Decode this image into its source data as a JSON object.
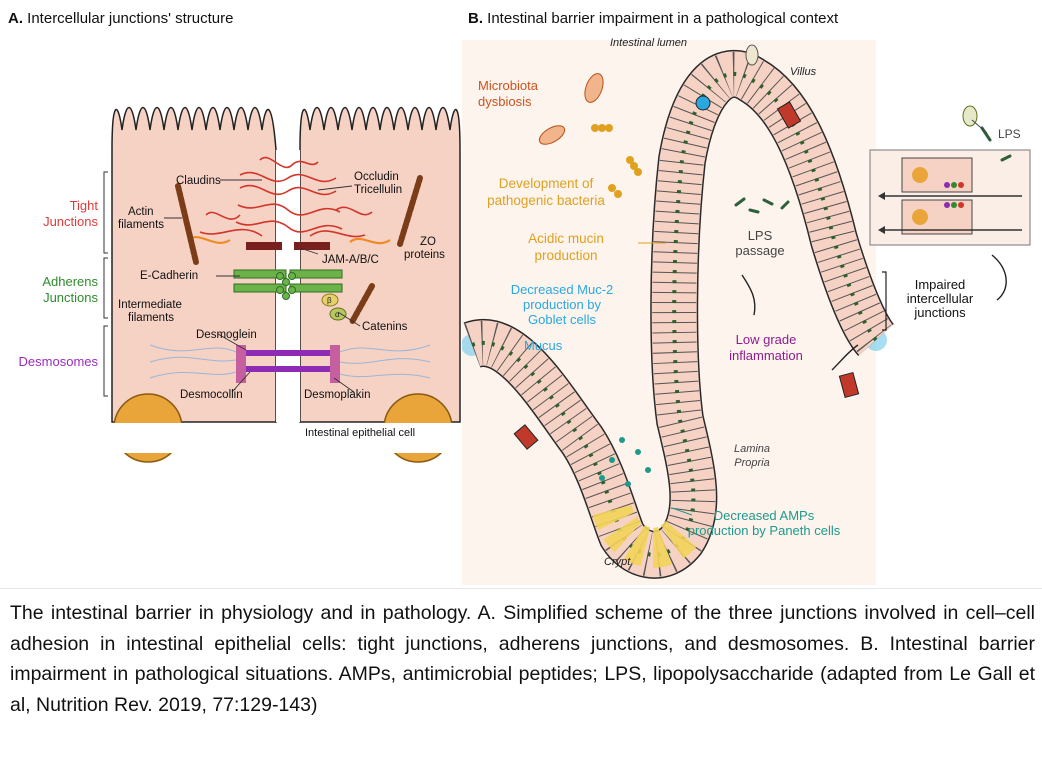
{
  "panel_a": {
    "letter": "A.",
    "title": "Intercellular junctions' structure",
    "groups": {
      "tight": "Tight Junctions",
      "adherens": "Adherens Junctions",
      "desmosomes": "Desmosomes"
    },
    "labels": {
      "claudins": "Claudins",
      "occludin_tricellulin": "Occludin Tricellulin",
      "actin_filaments": "Actin filaments",
      "zo_proteins": "ZO proteins",
      "jam": "JAM-A/B/C",
      "e_cadherin": "E-Cadherin",
      "intermediate_filaments": "Intermediate filaments",
      "catenins": "Catenins",
      "beta": "β",
      "alpha": "α",
      "desmoglein": "Desmoglein",
      "desmocollin": "Desmocollin",
      "desmoplakin": "Desmoplakin",
      "cell": "Intestinal epithelial cell"
    }
  },
  "panel_b": {
    "letter": "B.",
    "title": "Intestinal barrier impairment in a pathological context",
    "labels": {
      "lumen": "Intestinal lumen",
      "villus": "Villus",
      "microbiota": "Microbiota dysbiosis",
      "pathogenic": "Development of pathogenic bacteria",
      "acidic": "Acidic mucin production",
      "muc2": "Decreased Muc-2 production by Goblet cells",
      "mucus": "Mucus",
      "lps_passage": "LPS passage",
      "lps": "LPS",
      "impaired": "Impaired intercellular junctions",
      "inflammation": "Low grade inflammation",
      "lamina": "Lamina Propria",
      "amps": "Decreased AMPs production by Paneth cells",
      "crypt": "Crypt"
    },
    "colors": {
      "microbiota": "#d0521c",
      "pathogenic": "#e0a020",
      "mucus": "#29a8e0",
      "inflammation": "#8e1c8e",
      "amps": "#1f9a8a",
      "cell_fill": "#f6d2c4"
    }
  },
  "caption": "The intestinal barrier in physiology and in pathology. A. Simplified scheme of the three junctions involved in cell–cell adhesion in intestinal epithelial cells: tight junctions, adherens junctions, and desmosomes. B. Intestinal barrier impairment in pathological situations. AMPs, antimicrobial peptides; LPS, lipopolysaccharide (adapted from Le Gall et al, Nutrition Rev. 2019,  77:129-143)"
}
